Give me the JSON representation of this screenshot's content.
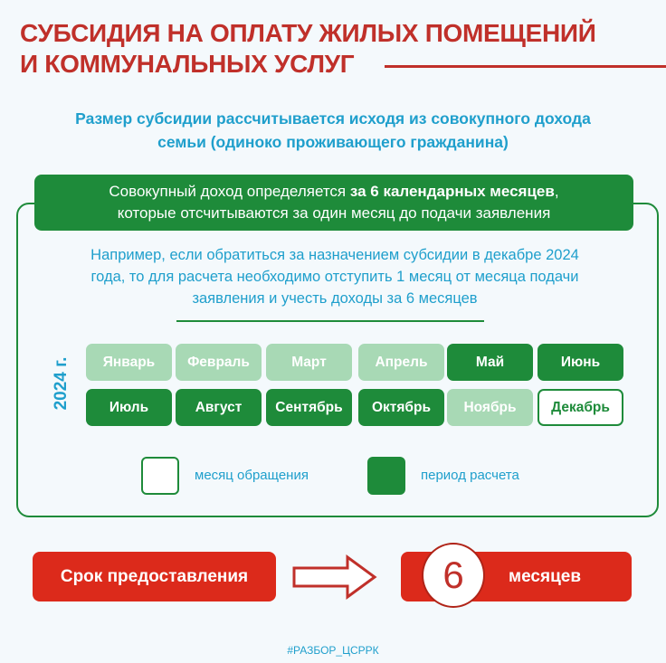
{
  "title": {
    "line1": "СУБСИДИЯ НА ОПЛАТУ ЖИЛЫХ ПОМЕЩЕНИЙ",
    "line2": "И КОММУНАЛЬНЫХ УСЛУГ"
  },
  "subtitle": {
    "line1": "Размер субсидии рассчитывается исходя из совокупного дохода",
    "line2": "семьи (одиноко проживающего гражданина)"
  },
  "header": {
    "pre": "Совокупный доход определяется ",
    "bold": "за 6 календарных месяцев",
    "post": ",",
    "line2": "которые отсчитываются за один месяц до подачи заявления"
  },
  "example": {
    "line1": "Например, если обратиться за назначением субсидии в декабре 2024",
    "line2": "года, то для расчета необходимо отступить 1 месяц от месяца подачи",
    "line3": "заявления и учесть доходы за 6 месяцев"
  },
  "year": "2024 г.",
  "months": [
    {
      "label": "Январь",
      "state": "light"
    },
    {
      "label": "Февраль",
      "state": "light"
    },
    {
      "label": "Март",
      "state": "light"
    },
    {
      "label": "Апрель",
      "state": "light"
    },
    {
      "label": "Май",
      "state": "dark"
    },
    {
      "label": "Июнь",
      "state": "dark"
    },
    {
      "label": "Июль",
      "state": "dark"
    },
    {
      "label": "Август",
      "state": "dark"
    },
    {
      "label": "Сентябрь",
      "state": "dark"
    },
    {
      "label": "Октябрь",
      "state": "dark"
    },
    {
      "label": "Ноябрь",
      "state": "light"
    },
    {
      "label": "Декабрь",
      "state": "cur"
    }
  ],
  "legend": {
    "application": "месяц обращения",
    "period": "период расчета"
  },
  "term": {
    "label": "Срок предоставления",
    "number": "6",
    "unit": "месяцев"
  },
  "hashtag": "#РАЗБОР_ЦСРРК",
  "colors": {
    "red": "#c0302a",
    "green": "#1e8b3a",
    "light_green": "#a8d9b5",
    "blue": "#1f9fcc"
  }
}
